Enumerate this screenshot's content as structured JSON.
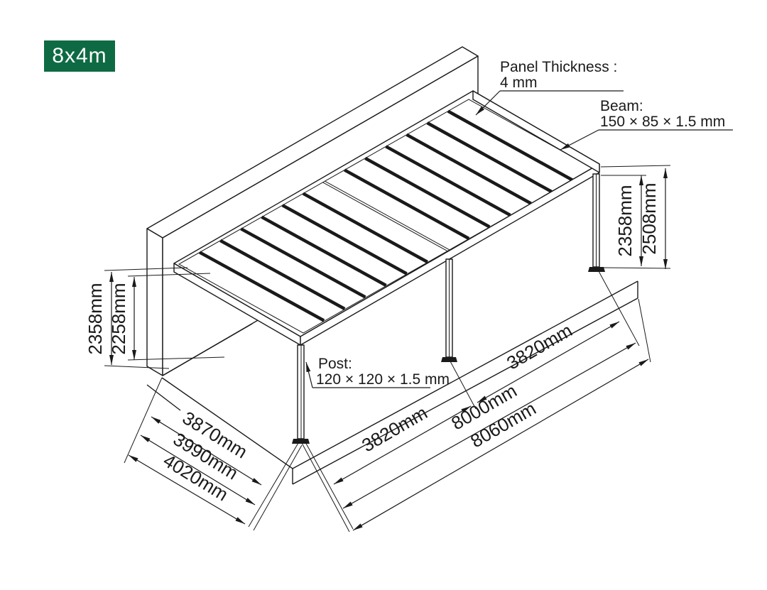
{
  "badge": {
    "label": "8x4m",
    "bg_color": "#0e6a43",
    "text_color": "#ffffff"
  },
  "colors": {
    "line": "#1a1a1a",
    "background": "#ffffff"
  },
  "callouts": {
    "panel_thickness": {
      "title": "Panel Thickness :",
      "value": "4 mm"
    },
    "beam": {
      "title": "Beam:",
      "value": "150 × 85 × 1.5 mm"
    },
    "post": {
      "title": "Post:",
      "value": "120 × 120 × 1.5 mm"
    }
  },
  "dimensions": {
    "left_outer_height": "2358mm",
    "left_inner_height": "2258mm",
    "right_inner_height": "2358mm",
    "right_outer_height": "2508mm",
    "side_depth_inner": "3870mm",
    "side_depth_mid": "3990mm",
    "side_depth_outer": "4020mm",
    "front_bay_left": "3820mm",
    "front_bay_right": "3820mm",
    "front_width_inner": "8000mm",
    "front_width_outer": "8060mm"
  }
}
